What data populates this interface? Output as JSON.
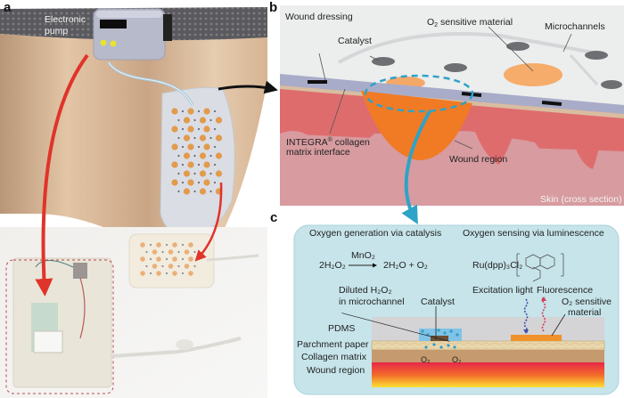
{
  "panels": {
    "a": {
      "letter": "a",
      "labels": {
        "pump_line1": "Electronic",
        "pump_line2": "pump"
      }
    },
    "b": {
      "letter": "b",
      "labels": {
        "wound_dressing": "Wound dressing",
        "o2_sensitive_prefix": "O",
        "o2_sensitive_sub": "2",
        "o2_sensitive_suffix": " sensitive material",
        "microchannels": "Microchannels",
        "catalyst": "Catalyst",
        "integra_prefix": "INTEGRA",
        "integra_sup": "®",
        "integra_suffix": " collagen",
        "integra_line2": "matrix interface",
        "wound_region": "Wound region",
        "skin": "Skin (cross section)"
      }
    },
    "c": {
      "letter": "c",
      "titles": {
        "generation": "Oxygen generation via catalysis",
        "sensing": "Oxygen sensing via luminescence"
      },
      "equation": {
        "lhs": "2H₂O₂",
        "catalyst": "MnO₂",
        "rhs": "2H₂O + O₂"
      },
      "compound": "Ru(dpp)₃Cl₂",
      "labels": {
        "diluted_line1": "Diluted H₂O₂",
        "diluted_line2": "in microchannel",
        "catalyst": "Catalyst",
        "excitation": "Excitation light",
        "fluorescence": "Fluorescence",
        "o2_sens_line1": "O₂ sensitive",
        "o2_sens_line2": "material",
        "o2_left": "O₂",
        "o2_right": "O₂"
      },
      "layers": [
        "PDMS",
        "Parchment paper",
        "Collagen matrix",
        "Wound region"
      ]
    }
  },
  "colors": {
    "arrow_red": "#e0342a",
    "arrow_blue": "#2ea3c8",
    "skin_tone": "#e8c9a6",
    "dressing_white": "#eeeeee",
    "orange_dot": "#e29a4d",
    "gray_dot": "#666a75",
    "pdms_gray": "#d4d4d6",
    "parchment": "#e8d3a8",
    "collagen": "#c59a6e",
    "panel_c_bg": "#c6e4ea"
  }
}
